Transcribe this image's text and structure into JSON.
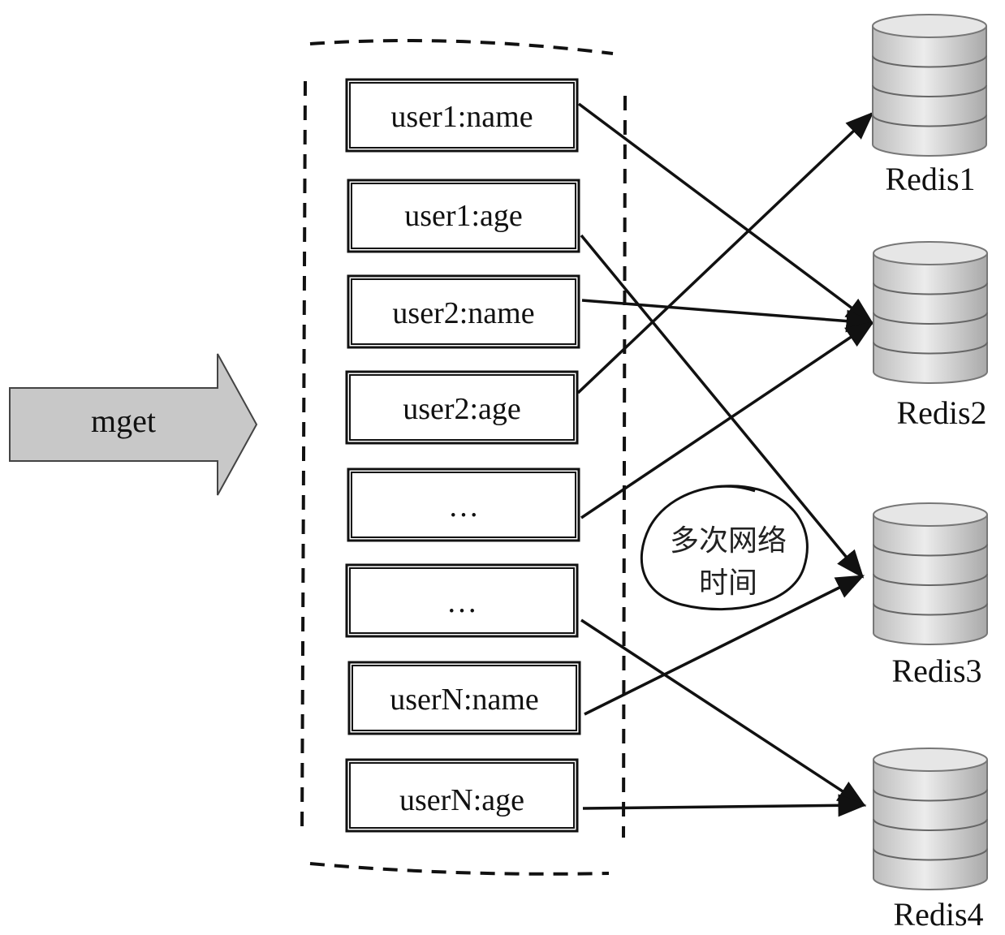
{
  "mget_label": "mget",
  "keys": [
    {
      "label": "user1:name"
    },
    {
      "label": "user1:age"
    },
    {
      "label": "user2:name"
    },
    {
      "label": "user2:age"
    },
    {
      "label": "…"
    },
    {
      "label": "…"
    },
    {
      "label": "userN:name"
    },
    {
      "label": "userN:age"
    }
  ],
  "servers": [
    {
      "label": "Redis1"
    },
    {
      "label": "Redis2"
    },
    {
      "label": "Redis3"
    },
    {
      "label": "Redis4"
    }
  ],
  "connections": [
    {
      "from": 0,
      "to": 1
    },
    {
      "from": 1,
      "to": 2
    },
    {
      "from": 2,
      "to": 1
    },
    {
      "from": 3,
      "to": 0
    },
    {
      "from": 4,
      "to": 1
    },
    {
      "from": 5,
      "to": 3
    },
    {
      "from": 6,
      "to": 2
    },
    {
      "from": 7,
      "to": 3
    }
  ],
  "note": {
    "line1": "多次网络",
    "line2": "时间"
  },
  "colors": {
    "stroke": "#111111",
    "arrow_fill": "#c8c8c8",
    "db_fill": "#d9d9d9"
  }
}
